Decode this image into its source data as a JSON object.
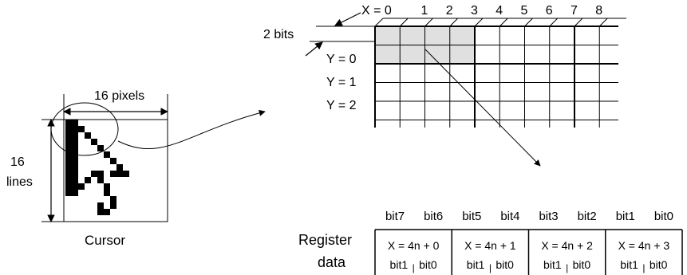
{
  "cursor": {
    "width_label": "16 pixels",
    "height_label_1": "16",
    "height_label_2": "lines",
    "caption": "Cursor"
  },
  "grid": {
    "bits_label": "2 bits",
    "x_prefix": "X = ",
    "x_values": [
      "0",
      "1",
      "2",
      "3",
      "4",
      "5",
      "6",
      "7",
      "8"
    ],
    "y_labels": [
      "Y = 0",
      "Y = 1",
      "Y = 2"
    ]
  },
  "register": {
    "label_line1": "Register",
    "label_line2": "data",
    "bit_headers": [
      "bit7",
      "bit6",
      "bit5",
      "bit4",
      "bit3",
      "bit2",
      "bit1",
      "bit0"
    ],
    "cells": [
      {
        "x_label": "X = 4n + 0",
        "bit_left": "bit1",
        "sep": "|",
        "bit_right": "bit0"
      },
      {
        "x_label": "X = 4n + 1",
        "bit_left": "bit1",
        "sep": "|",
        "bit_right": "bit0"
      },
      {
        "x_label": "X = 4n + 2",
        "bit_left": "bit1",
        "sep": "|",
        "bit_right": "bit0"
      },
      {
        "x_label": "X = 4n + 3",
        "bit_left": "bit1",
        "sep": "|",
        "bit_right": "bit0"
      }
    ]
  },
  "colors": {
    "line": "#000000",
    "highlight": "#e0e0e0"
  }
}
